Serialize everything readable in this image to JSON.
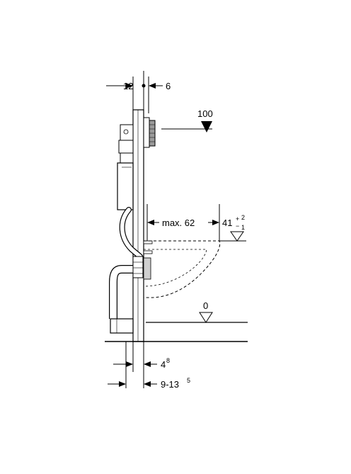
{
  "dimensions": {
    "wall_left": "12",
    "wall_right": "6",
    "flush_height": "100",
    "projection_label": "max. 62",
    "bowl_height": "41",
    "bowl_tol_plus": "+",
    "bowl_tol_plus_val": "2",
    "bowl_tol_minus": "−",
    "bowl_tol_minus_val": "1",
    "floor_level": "0",
    "bottom_small": "4",
    "bottom_small_sup": "8",
    "bottom_range": "9-13",
    "bottom_range_sup": "5"
  },
  "colors": {
    "line": "#000000",
    "dashed": "#000000",
    "shade": "#7a7a7a",
    "background": "#ffffff"
  }
}
